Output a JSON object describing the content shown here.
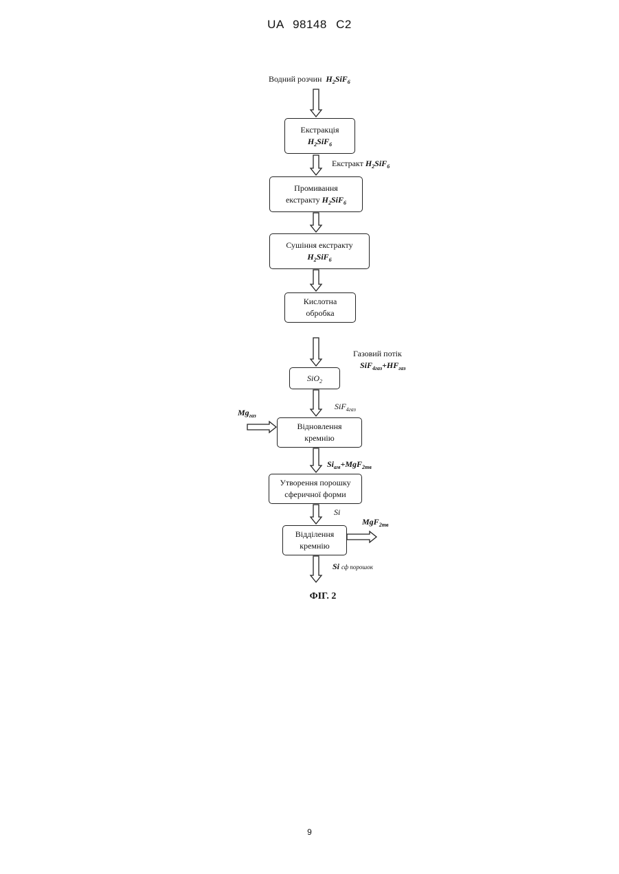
{
  "header": {
    "doc_id": "UA 98148 C2"
  },
  "page_number": "9",
  "diagram": {
    "input_label": "Водний розчин",
    "input_formula": "H2SiF6",
    "steps": [
      {
        "line1": "Екстракція",
        "line2": "H2SiF6"
      },
      {
        "line1": "Промивання",
        "line2a": "екстракту",
        "line2b": "H2SiF6"
      },
      {
        "line1": "Сушіння екстракту",
        "line2": "H2SiF6"
      },
      {
        "line1": "Кислотна",
        "line2": "обробка"
      },
      {
        "line1": "SiO2"
      },
      {
        "line1": "Відновлення",
        "line2": "кремнію"
      },
      {
        "line1": "Утворення порошку",
        "line2": "сферичної форми"
      },
      {
        "line1": "Відділення",
        "line2": "кремнію"
      }
    ],
    "edge_labels": {
      "extract": "Екстракт",
      "extract_formula": "H2SiF6",
      "gas_flow": "Газовий потік",
      "gas_flow_formula": "SiF4газ+HFгаз",
      "sif4": "SiF4газ",
      "mg": "Mgгаз",
      "si_mgf2": "Siам+MgF2тв",
      "si": "Si",
      "mgf2_out": "MgF2тв",
      "output_si": "Si",
      "output_sub": "сф порошок"
    },
    "figure_caption": "ФІГ. 2"
  }
}
